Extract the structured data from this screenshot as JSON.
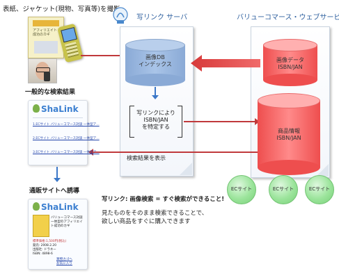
{
  "capture_label": "表紙、ジャケット(現物、写真等)を撮影",
  "sha_link_server": "写リンク サーバ",
  "value_commerce": "バリューコマース・ウェブサービス",
  "db_index": {
    "line1": "画像DB",
    "line2": "インデックス"
  },
  "image_data": {
    "line1": "画像データ",
    "line2": "ISBN/JAN"
  },
  "identify": {
    "line1": "写リンクにより",
    "line2": "ISBN/JAN",
    "line3": "を特定する"
  },
  "product_info": {
    "line1": "商品情報",
    "line2": "ISBN/JAN"
  },
  "display_results": "検索結果を表示",
  "general_results": "一般的な検索結果",
  "affiliate_guide": "通販サイトへ誘導",
  "ec_sites": [
    "ECサイト",
    "ECサイト",
    "ECサイト"
  ],
  "tagline": "写リンク: 画像検索 = すぐ検索ができること!",
  "desc_line1": "見たものをそのまま検索できることで、",
  "desc_line2": "欲しい商品をすぐに購入できます",
  "shalink_logo": "ShaLink",
  "results": [
    "1.ECサイト バリューコマース対談 一体型ア...",
    "2.ECサイト バリューコマース対談 一体型ア...",
    "3.ECサイト バリューコマース対談 一体型ア..."
  ],
  "book_cover_text": "アフィリエイト成功のカギ",
  "product_detail": {
    "title": "バリューコマース対談 一体型のアフィリエイト成功のカギ",
    "price_line": "標準価格:1,500円(税込)",
    "lines": [
      "発売: 2008.2.20",
      "出版社: ドラネー",
      "ISBN: 4898-6"
    ],
    "buy_link": "買物カゴへ",
    "fav_link": "お気に入り"
  },
  "colors": {
    "blue_db": "#9ab8df",
    "red_db": "#f25a5a",
    "ec_green": "#8fe08f",
    "arrow_red": "#c0393b",
    "arrow_blue": "#3c78c8"
  }
}
